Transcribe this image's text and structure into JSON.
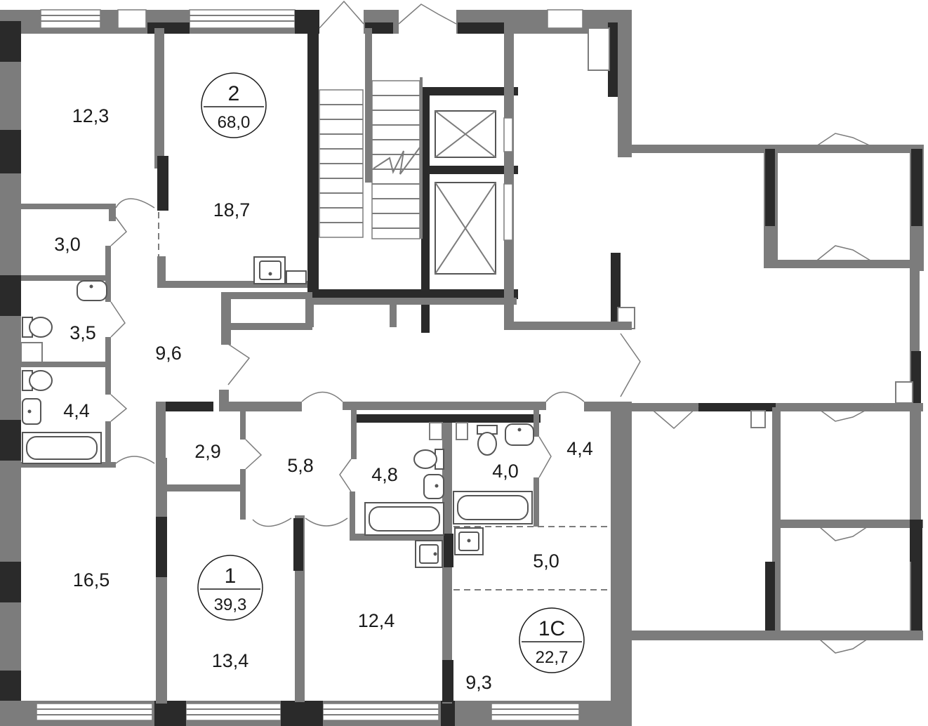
{
  "apartments": [
    {
      "id": "apt-2",
      "number": "2",
      "area": "68,0"
    },
    {
      "id": "apt-1",
      "number": "1",
      "area": "39,3"
    },
    {
      "id": "apt-1c",
      "number": "1С",
      "area": "22,7"
    }
  ],
  "rooms": [
    {
      "id": "room-12-3",
      "area": "12,3"
    },
    {
      "id": "room-18-7",
      "area": "18,7"
    },
    {
      "id": "room-3-0",
      "area": "3,0"
    },
    {
      "id": "room-3-5",
      "area": "3,5"
    },
    {
      "id": "room-9-6",
      "area": "9,6"
    },
    {
      "id": "room-4-4-left",
      "area": "4,4"
    },
    {
      "id": "room-2-9",
      "area": "2,9"
    },
    {
      "id": "room-5-8",
      "area": "5,8"
    },
    {
      "id": "room-4-8",
      "area": "4,8"
    },
    {
      "id": "room-4-0",
      "area": "4,0"
    },
    {
      "id": "room-4-4-right",
      "area": "4,4"
    },
    {
      "id": "room-5-0",
      "area": "5,0"
    },
    {
      "id": "room-16-5",
      "area": "16,5"
    },
    {
      "id": "room-13-4",
      "area": "13,4"
    },
    {
      "id": "room-12-4",
      "area": "12,4"
    },
    {
      "id": "room-9-3",
      "area": "9,3"
    }
  ]
}
